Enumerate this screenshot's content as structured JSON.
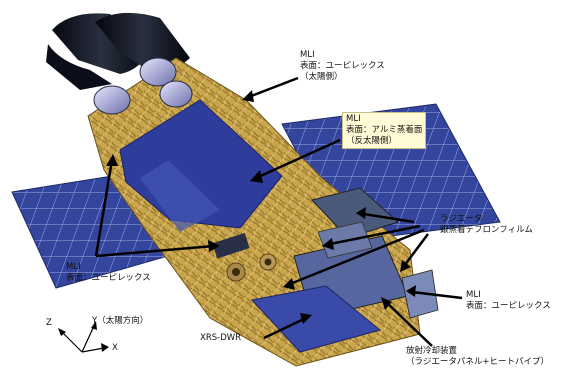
{
  "labels": {
    "mli_top": {
      "line1": "MLI",
      "line2": "表面：ユーピレックス",
      "line3": "（太陽側）"
    },
    "mli_center": {
      "line1": "MLI",
      "line2": "表面：アルミ蒸着面",
      "line3": "（反太陽側）"
    },
    "radiator": {
      "line1": "ラジエータ",
      "line2": "銀蒸着テフロンフィルム"
    },
    "mli_left": {
      "line1": "MLI",
      "line2": "表面：ユーピレックス"
    },
    "mli_right": {
      "line1": "MLI",
      "line2": "表面：ユーピレックス"
    },
    "xrs_dwr": "XRS-DWR",
    "cooling": {
      "line1": "放射冷却装置",
      "line2": "（ラジエータパネル+ヒートパイプ）"
    }
  },
  "axes": {
    "z": "Z",
    "y": "Y（太陽方向）",
    "x": "X"
  },
  "colors": {
    "solar_panel": "#2f3f9a",
    "solar_panel_light": "#5b6fc4",
    "gold_foil": "#c8a44a",
    "gold_dark": "#8a6a24",
    "body_blue": "#3040a0",
    "telescope": "#111522",
    "arrow": "#000000",
    "callout_bg": "#fffbd6"
  }
}
